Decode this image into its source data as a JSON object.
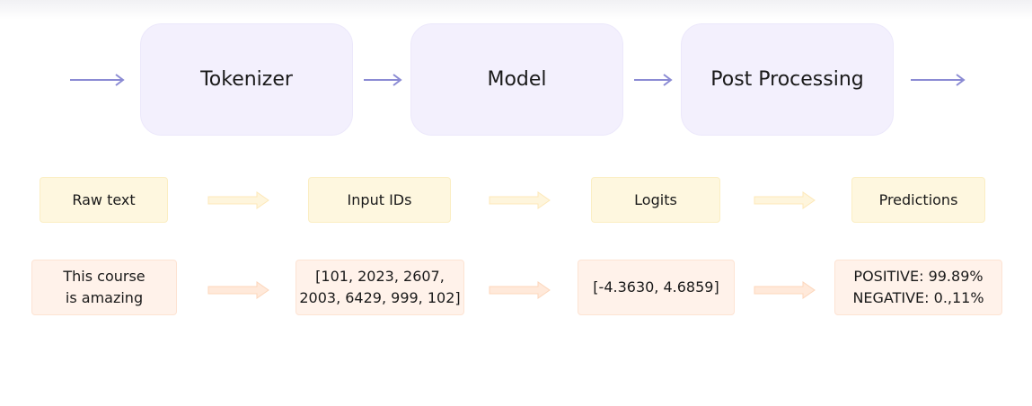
{
  "pipeline": {
    "stages": [
      {
        "label": "Tokenizer"
      },
      {
        "label": "Model"
      },
      {
        "label": "Post Processing"
      }
    ]
  },
  "io_labels": [
    {
      "label": "Raw text"
    },
    {
      "label": "Input IDs"
    },
    {
      "label": "Logits"
    },
    {
      "label": "Predictions"
    }
  ],
  "examples": [
    {
      "lines": [
        "This course",
        "is amazing"
      ]
    },
    {
      "lines": [
        "[101, 2023, 2607,",
        "2003, 6429, 999, 102]"
      ]
    },
    {
      "lines": [
        "[-4.3630, 4.6859]"
      ]
    },
    {
      "lines": [
        "POSITIVE: 99.89%",
        "NEGATIVE: 0.,11%"
      ]
    }
  ],
  "colors": {
    "stage_fill": "#f3f0fd",
    "stage_arrow": "#8b8bd4",
    "label_fill": "#fef7df",
    "label_arrow": "#fde8b8",
    "example_fill": "#fff2ea",
    "example_arrow": "#fcd6bb"
  }
}
